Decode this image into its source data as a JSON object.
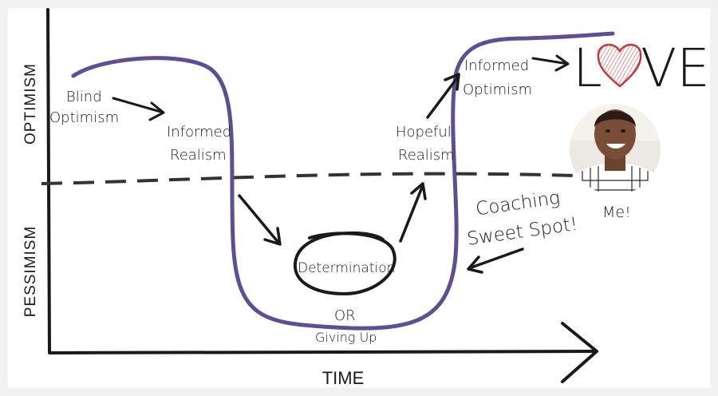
{
  "axes": {
    "y_top": "OPTIMISM",
    "y_bottom": "PESSIMISM",
    "x": "TIME"
  },
  "stages": {
    "blind_optimism": [
      "Blind",
      "Optimism"
    ],
    "informed_realism": [
      "Informed",
      "Realism"
    ],
    "determination": "Determination",
    "or": "OR",
    "giving_up": "Giving Up",
    "hopeful_realism": [
      "Hopeful",
      "Realism"
    ],
    "informed_optimism": [
      "Informed",
      "Optimism"
    ]
  },
  "love": {
    "l": "L",
    "rest": "VE!"
  },
  "coaching": [
    "Coaching",
    "Sweet Spot!"
  ],
  "me": "Me!",
  "colors": {
    "curve": "#5e4e93",
    "ink": "#1a1a1a",
    "heart": "#c23a3a"
  }
}
